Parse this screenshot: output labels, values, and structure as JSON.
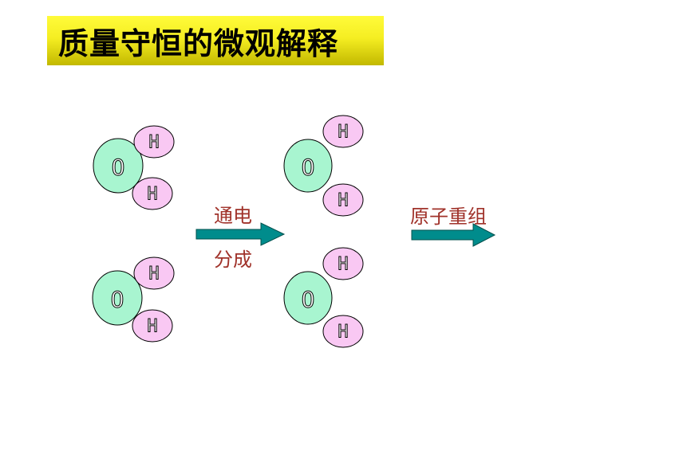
{
  "title": "质量守恒的微观解释",
  "atom_labels": {
    "oxygen": "O",
    "hydrogen": "H"
  },
  "step1": {
    "line1": "通电",
    "line2": "分成"
  },
  "step2": {
    "label": "原子重组"
  },
  "colors": {
    "banner": "#f5ee22",
    "oxygen_fill": "#a8f5d0",
    "hydrogen_fill": "#f9c8f3",
    "arrow": "#008c8c",
    "step_text": "#a0322a"
  }
}
